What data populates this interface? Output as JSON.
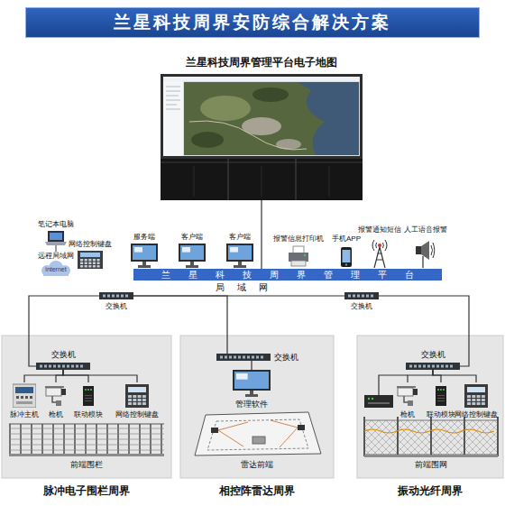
{
  "diagram": {
    "title": "兰星科技周界安防综合解决方案",
    "nodes": [
      {
        "text": [
          "兰星科技周界管理平台电子地图"
        ]
      },
      {
        "text": [
          "笔记本电脑"
        ]
      },
      {
        "text": [
          "网络控制键盘"
        ]
      },
      {
        "text": [
          "服务端"
        ]
      },
      {
        "text": [
          "客户端"
        ]
      },
      {
        "text": [
          "客户端"
        ]
      },
      {
        "text": [
          "报警信息打印机"
        ]
      },
      {
        "text": [
          "手机APP"
        ]
      },
      {
        "text": [
          "报警通知短信"
        ]
      },
      {
        "text": [
          "人工语音报警"
        ]
      },
      {
        "text": [
          "兰星科技周界管理平台"
        ]
      },
      {
        "text": [
          "交换机"
        ]
      },
      {
        "text": [
          "交换机"
        ]
      },
      {
        "text": [
          "脉冲电子围栏周界"
        ]
      },
      {
        "text": [
          "交换机"
        ],
        "in": 13
      },
      {
        "text": [
          "脉冲主机"
        ],
        "in": 13
      },
      {
        "text": [
          "枪机"
        ],
        "in": 13
      },
      {
        "text": [
          "联动模块"
        ],
        "in": 13
      },
      {
        "text": [
          "网络控制键盘"
        ],
        "in": 13
      },
      {
        "text": [
          "相控阵雷达周界"
        ]
      },
      {
        "text": [
          "交换机"
        ],
        "in": 19
      },
      {
        "text": [
          "管理软件"
        ],
        "in": 19
      },
      {
        "text": [
          "振动光纤周界"
        ]
      },
      {
        "text": [
          "交换机"
        ],
        "in": 22
      },
      {
        "text": [
          "枪机"
        ],
        "in": 22
      },
      {
        "text": [
          "联动模块"
        ],
        "in": 22
      },
      {
        "text": [
          "网络控制键盘"
        ],
        "in": 22
      }
    ],
    "edges": [
      {
        "from": 0,
        "to": 10,
        "arrow": "none"
      },
      {
        "from": 11,
        "to": 12,
        "arrow": "none"
      },
      {
        "from": 11,
        "to": 14,
        "arrow": "none"
      },
      {
        "from": 11,
        "to": 20,
        "arrow": "none"
      },
      {
        "from": 12,
        "to": 23,
        "arrow": "none"
      },
      {
        "from": 14,
        "to": 15,
        "arrow": "none"
      },
      {
        "from": 14,
        "to": 16,
        "arrow": "none"
      },
      {
        "from": 14,
        "to": 17,
        "arrow": "none"
      },
      {
        "from": 14,
        "to": 18,
        "arrow": "none"
      },
      {
        "from": 20,
        "to": 21,
        "arrow": "none"
      },
      {
        "from": 23,
        "to": 24,
        "arrow": "none"
      },
      {
        "from": 23,
        "to": 25,
        "arrow": "none"
      },
      {
        "from": 23,
        "to": 26,
        "arrow": "none"
      }
    ],
    "labels": [
      "远程局域网",
      "internet",
      "局域网",
      "前端围栏",
      "雷达前端",
      "前端围网"
    ]
  }
}
